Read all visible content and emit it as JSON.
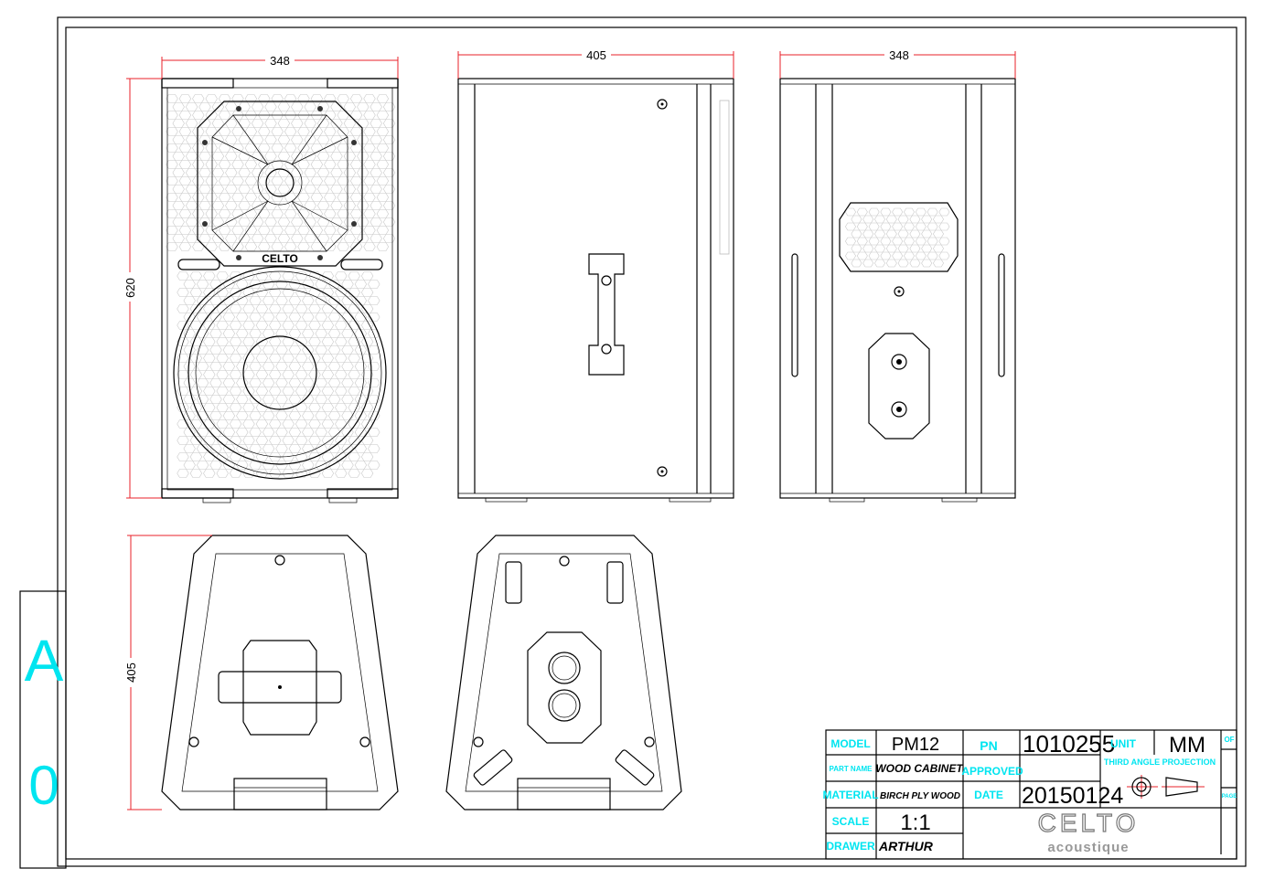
{
  "sheet": {
    "size_letter": "A",
    "size_number": "0"
  },
  "dimensions": {
    "front_width": "348",
    "front_height": "620",
    "side_depth": "405",
    "rear_width": "348",
    "top_depth": "405"
  },
  "front_logo": "CELTO",
  "title_block": {
    "model_label": "MODEL",
    "model": "PM12",
    "pn_label": "PN",
    "pn": "1010255",
    "unit_label": "UNIT",
    "unit": "MM",
    "of_label": "OF",
    "part_name_label": "PART NAME",
    "part_name": "WOOD CABINET",
    "approved_label": "APPROVED",
    "approved": "",
    "projection_label": "THIRD  ANGLE  PROJECTION",
    "material_label": "MATERIAL",
    "material": "BIRCH  PLY WOOD",
    "date_label": "DATE",
    "date": "20150124",
    "page_label": "PAGE",
    "scale_label": "SCALE",
    "scale": "1:1",
    "drawer_label": "DRAWER",
    "drawer": "ARTHUR",
    "brand": "CELTO",
    "brand_sub": "acoustique"
  },
  "colors": {
    "label": "#00e5f0",
    "dimension": "#e8202a",
    "brand": "#f08a1c"
  }
}
